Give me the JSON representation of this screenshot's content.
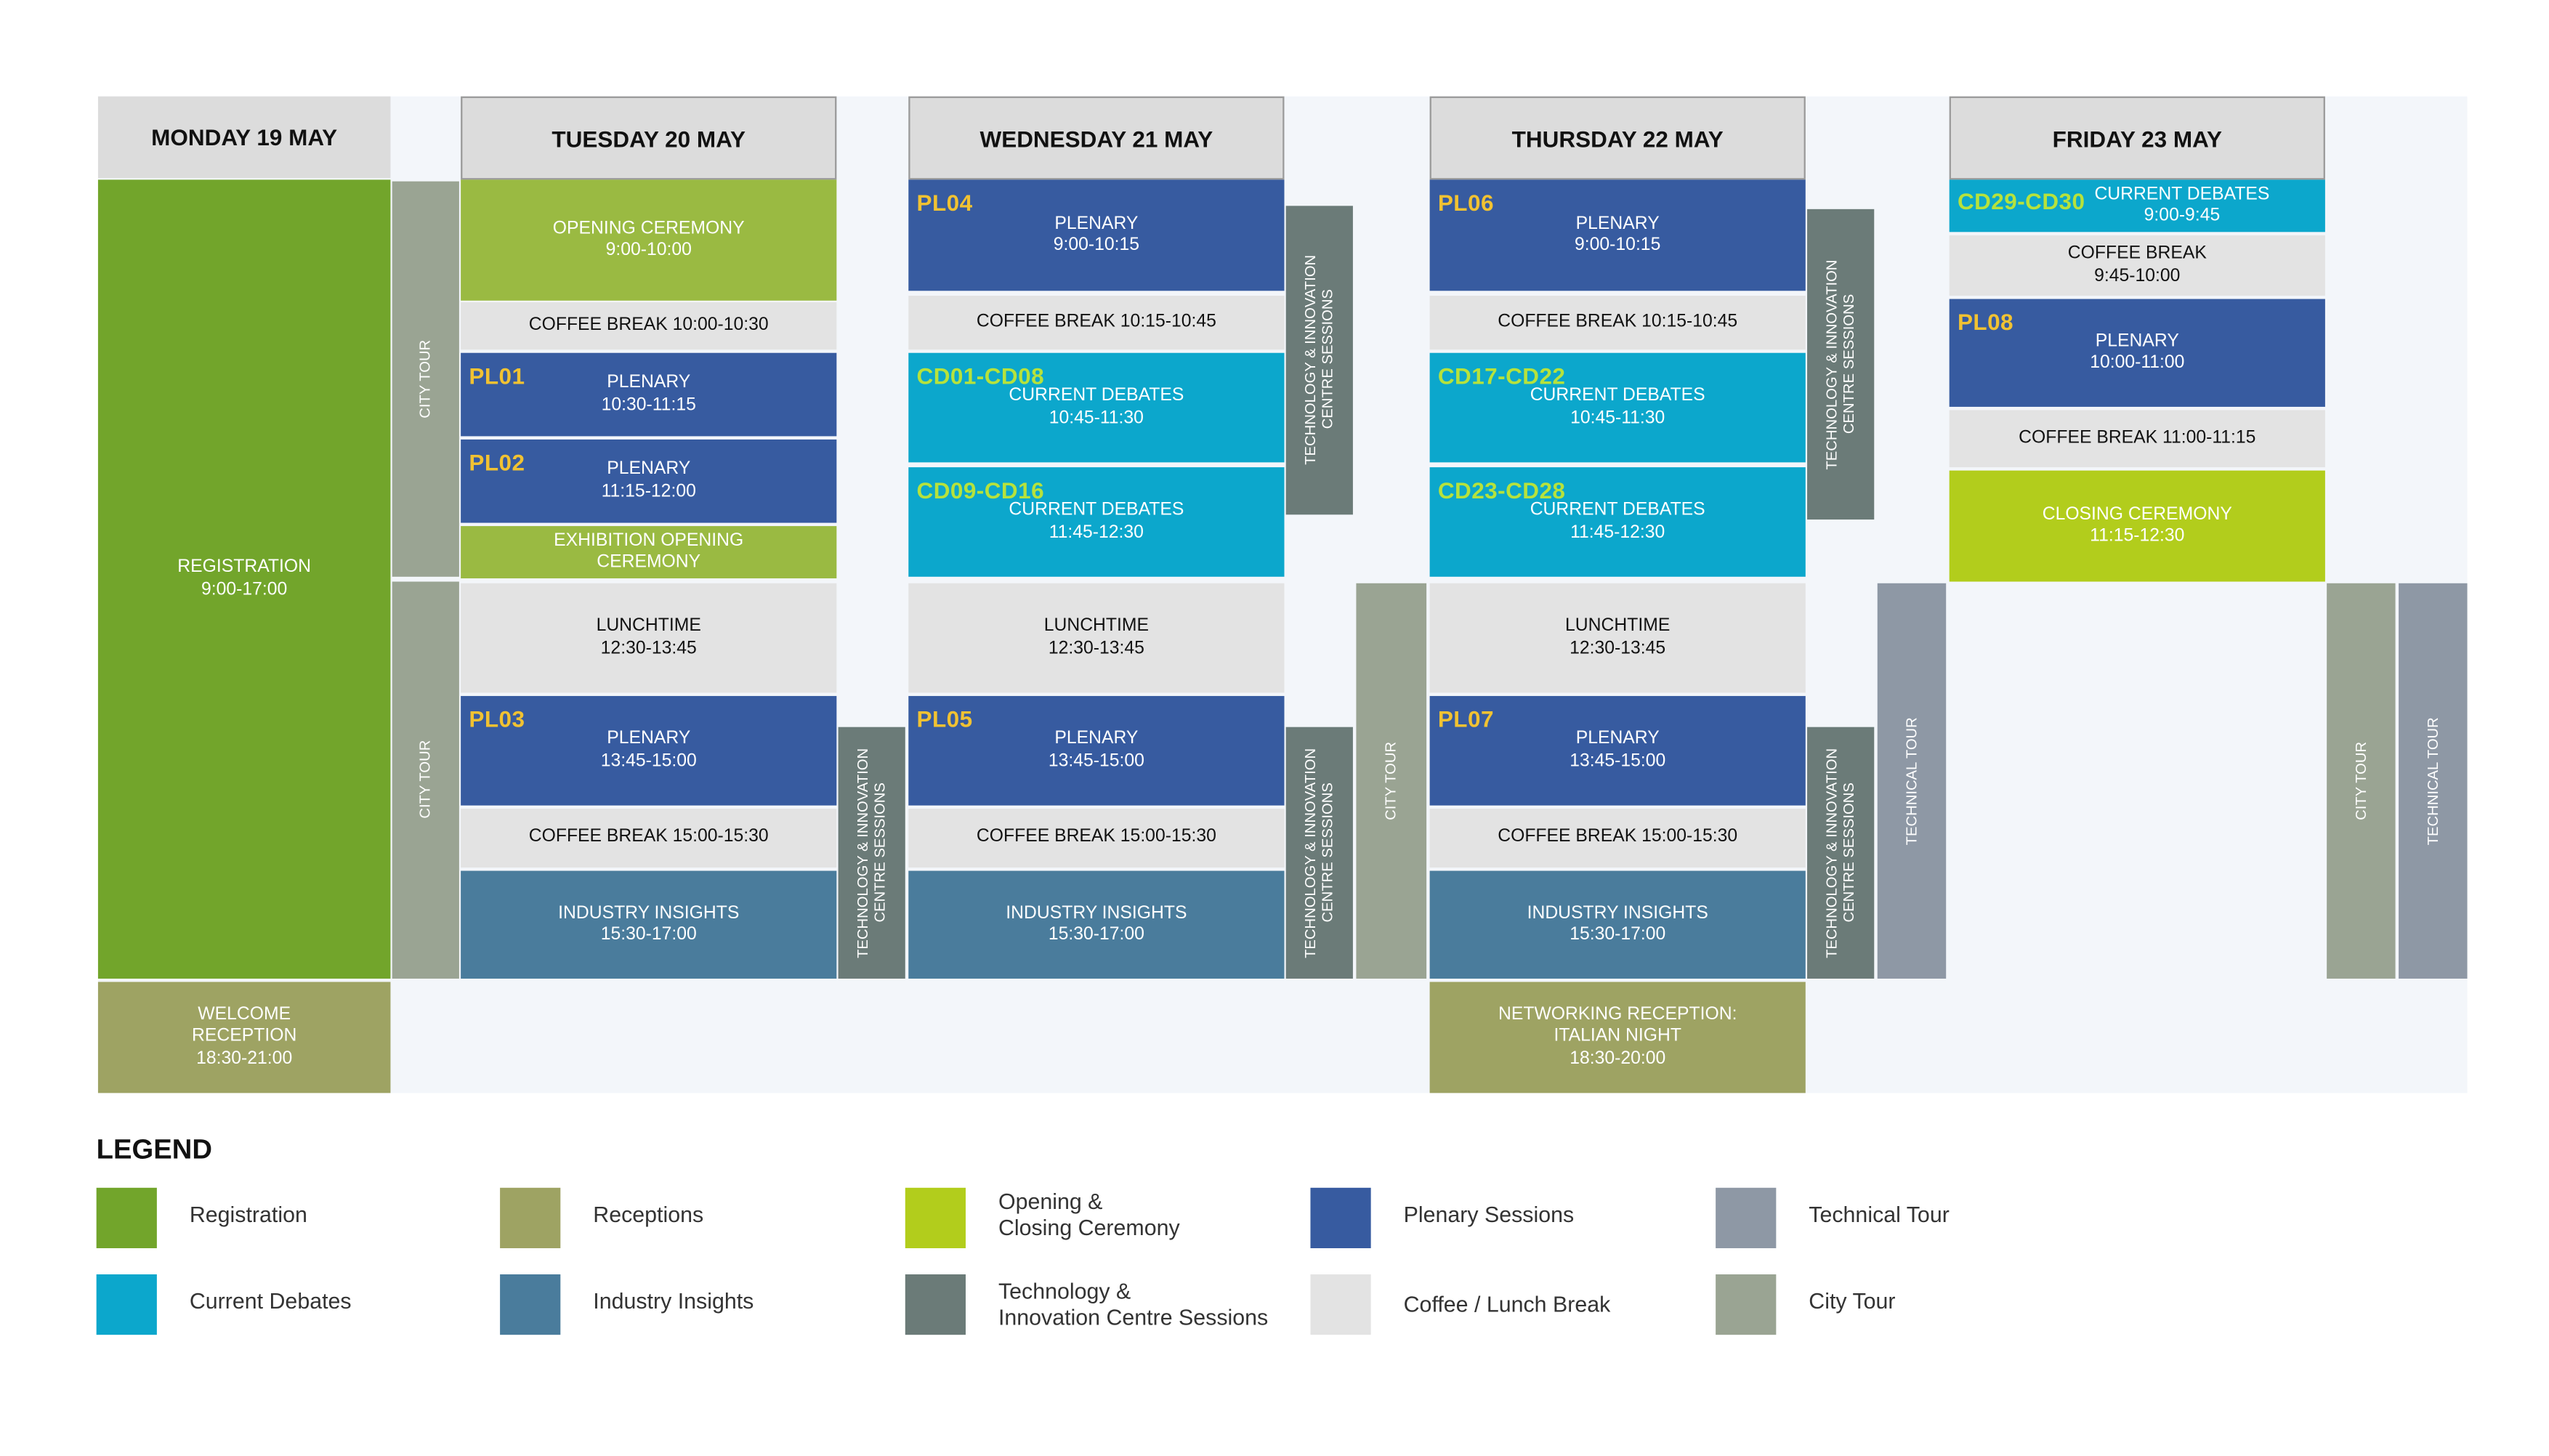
{
  "days": {
    "monday": "MONDAY 19 MAY",
    "tuesday": "TUESDAY 20 MAY",
    "wednesday": "WEDNESDAY 21 MAY",
    "thursday": "THURSDAY 22 MAY",
    "friday": "FRIDAY 23 MAY"
  },
  "colors": {
    "registration": "#72a52b",
    "receptions": "#9ea363",
    "ceremony": "#9aba42",
    "ceremony_friday": "#b2cd1c",
    "plenary": "#375ba0",
    "current_debates": "#0ca7cc",
    "industry": "#4a7c9c",
    "tech_innovation": "#6b7b78",
    "coffee": "#e3e3e3",
    "technical_tour": "#8e98a5",
    "city_tour": "#9aa493",
    "code_yellow": "#f1c232",
    "code_green": "#b6e23c"
  },
  "monday": {
    "registration": "REGISTRATION\n9:00-17:00",
    "welcome": "WELCOME\nRECEPTION\n18:30-21:00"
  },
  "tuesday": {
    "opening": "OPENING CEREMONY\n9:00-10:00",
    "coffee1": "COFFEE BREAK  10:00-10:30",
    "pl01_code": "PL01",
    "pl01": "PLENARY\n10:30-11:15",
    "pl02_code": "PL02",
    "pl02": "PLENARY\n11:15-12:00",
    "exhibition": "EXHIBITION OPENING\nCEREMONY",
    "lunch": "LUNCHTIME\n12:30-13:45",
    "pl03_code": "PL03",
    "pl03": "PLENARY\n13:45-15:00",
    "coffee2": "COFFEE BREAK  15:00-15:30",
    "industry": "INDUSTRY INSIGHTS\n15:30-17:00",
    "city_tour_1": "CITY TOUR",
    "city_tour_2": "CITY TOUR",
    "tech": "TECHNOLOGY & INNOVATION\nCENTRE SESSIONS"
  },
  "wednesday": {
    "pl04_code": "PL04",
    "pl04": "PLENARY\n9:00-10:15",
    "coffee1": "COFFEE BREAK  10:15-10:45",
    "cd1_code": "CD01-CD08",
    "cd1": "CURRENT DEBATES\n10:45-11:30",
    "cd2_code": "CD09-CD16",
    "cd2": "CURRENT DEBATES\n11:45-12:30",
    "lunch": "LUNCHTIME\n12:30-13:45",
    "pl05_code": "PL05",
    "pl05": "PLENARY\n13:45-15:00",
    "coffee2": "COFFEE BREAK  15:00-15:30",
    "industry": "INDUSTRY INSIGHTS\n15:30-17:00",
    "tech1": "TECHNOLOGY & INNOVATION\nCENTRE SESSIONS",
    "tech2": "TECHNOLOGY & INNOVATION\nCENTRE SESSIONS",
    "city_tour": "CITY TOUR"
  },
  "thursday": {
    "pl06_code": "PL06",
    "pl06": "PLENARY\n9:00-10:15",
    "coffee1": "COFFEE BREAK  10:15-10:45",
    "cd1_code": "CD17-CD22",
    "cd1": "CURRENT DEBATES\n10:45-11:30",
    "cd2_code": "CD23-CD28",
    "cd2": "CURRENT DEBATES\n11:45-12:30",
    "lunch": "LUNCHTIME\n12:30-13:45",
    "pl07_code": "PL07",
    "pl07": "PLENARY\n13:45-15:00",
    "coffee2": "COFFEE BREAK  15:00-15:30",
    "industry": "INDUSTRY INSIGHTS\n15:30-17:00",
    "networking": "NETWORKING RECEPTION:\nITALIAN NIGHT\n18:30-20:00",
    "tech1": "TECHNOLOGY & INNOVATION\nCENTRE SESSIONS",
    "tech2": "TECHNOLOGY & INNOVATION\nCENTRE SESSIONS",
    "technical_tour": "TECHNICAL TOUR"
  },
  "friday": {
    "cd_code": "CD29-CD30",
    "cd": "CURRENT DEBATES\n9:00-9:45",
    "coffee1": "COFFEE BREAK\n9:45-10:00",
    "pl08_code": "PL08",
    "pl08": "PLENARY\n10:00-11:00",
    "coffee2": "COFFEE BREAK 11:00-11:15",
    "closing": "CLOSING CEREMONY\n11:15-12:30",
    "city_tour": "CITY TOUR",
    "technical_tour": "TECHNICAL TOUR"
  },
  "legend": {
    "title": "LEGEND",
    "registration": "Registration",
    "receptions": "Receptions",
    "ceremony": "Opening &\nClosing Ceremony",
    "plenary": "Plenary Sessions",
    "technical_tour": "Technical Tour",
    "current_debates": "Current Debates",
    "industry": "Industry Insights",
    "tech_innovation": "Technology &\nInnovation Centre Sessions",
    "coffee": "Coffee / Lunch Break",
    "city_tour": "City Tour"
  }
}
